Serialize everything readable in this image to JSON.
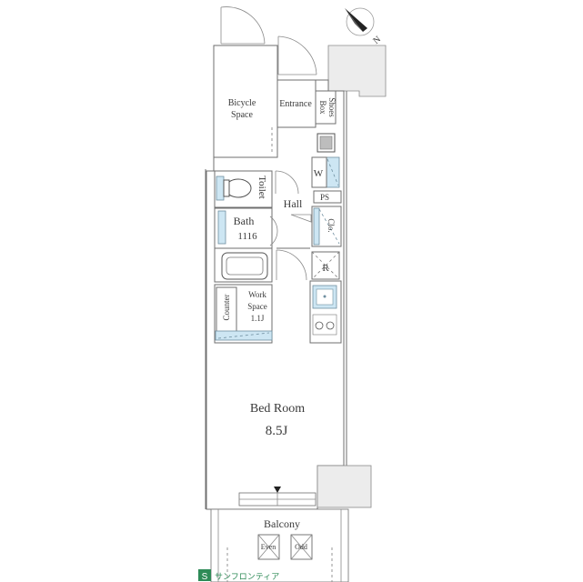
{
  "compass": {
    "north_label": "N",
    "icon": "north-arrow-icon"
  },
  "rooms": {
    "bicycle_space": {
      "line1": "Bicycle",
      "line2": "Space"
    },
    "entrance": "Entrance",
    "shoes_box": {
      "line1": "Shoes",
      "line2": "Box"
    },
    "w_label": "W",
    "toilet": "Toilet",
    "hall": "Hall",
    "ps": "PS",
    "clo": "Clo.",
    "bath": {
      "line1": "Bath",
      "line2": "1116"
    },
    "r_label": "R",
    "work_space": {
      "line1": "Work",
      "line2": "Space",
      "line3": "1.1J"
    },
    "counter": "Counter",
    "bed_room": {
      "name": "Bed Room",
      "size": "8.5J"
    },
    "balcony": "Balcony",
    "even": "Even",
    "odd": "Odd"
  },
  "logo": {
    "text": "サンフロンティア",
    "color": "#2e8b57"
  }
}
